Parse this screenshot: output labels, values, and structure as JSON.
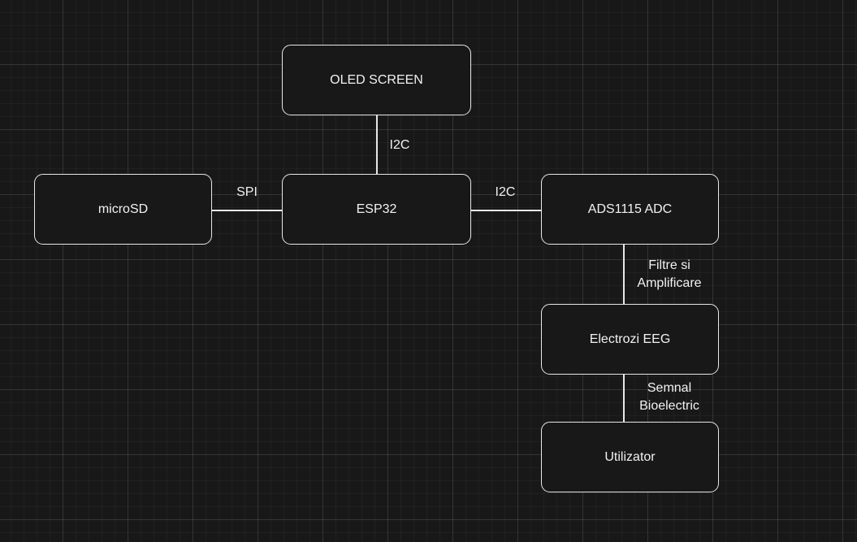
{
  "nodes": {
    "oled": "OLED SCREEN",
    "esp32": "ESP32",
    "microsd": "microSD",
    "ads": "ADS1115 ADC",
    "electrozi": "Electrozi EEG",
    "utilizator": "Utilizator"
  },
  "edges": {
    "oled_esp32": "I2C",
    "microsd_esp32": "SPI",
    "esp32_ads": "I2C",
    "ads_electrozi": [
      "Filtre si",
      "Amplificare"
    ],
    "electrozi_utilizator": [
      "Semnal",
      "Bioelectric"
    ]
  }
}
